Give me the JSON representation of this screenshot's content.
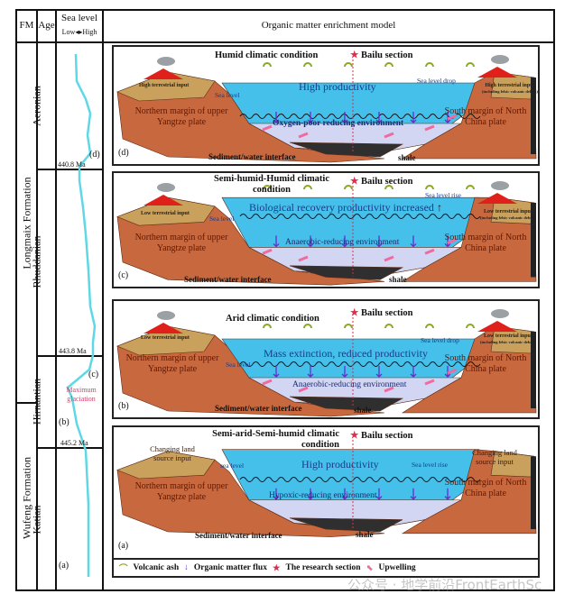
{
  "header": {
    "fm": "FM",
    "age": "Age",
    "sea_level": "Sea level",
    "low": "Low",
    "high": "High",
    "model": "Organic matter enrichment model"
  },
  "formations": [
    "Longmaix Formation",
    "Wufeng Formation"
  ],
  "ages": [
    "Aeronian",
    "Rhuddanian",
    "Hirnantian",
    "Katian"
  ],
  "sea_level_column": {
    "ma1": "440.8 Ma",
    "d": "(d)",
    "ma2": "443.8 Ma",
    "c": "(c)",
    "glaciation": "Maximum glaciation",
    "b": "(b)",
    "ma3": "445.2 Ma",
    "a": "(a)"
  },
  "panels": {
    "d": {
      "climate": "Humid climatic condition",
      "section": "Bailu section",
      "productivity": "High productivity",
      "sea_level_change": "Sea level drop",
      "sea_level": "Sea level",
      "environment": "Oxygen-poor reducing environment",
      "left_plate": "Northern margin of upper Yangtze plate",
      "right_plate": "South margin of North China plate",
      "left_input": "High terrestrial input",
      "right_input": "High terrestrial input",
      "right_input_note": "(including felsic volcanic debris)",
      "interface": "Sediment/water interface",
      "shale": "shale",
      "label": "(d)"
    },
    "c": {
      "climate": "Semi-humid-Humid climatic condition",
      "section": "Bailu section",
      "productivity": "Biological recovery productivity increased",
      "sea_level_change": "Sea level rise",
      "sea_level": "Sea level",
      "environment": "Anaerobic-reducing environment",
      "left_plate": "Northern margin of upper Yangtze plate",
      "right_plate": "South margin of North China plate",
      "left_input": "Low terrestrial input",
      "right_input": "Low terrestrial input",
      "right_input_note": "(including felsic volcanic debris)",
      "interface": "Sediment/water interface",
      "shale": "shale",
      "label": "(c)"
    },
    "b": {
      "climate": "Arid climatic condition",
      "section": "Bailu section",
      "productivity": "Mass extinction, reduced productivity",
      "sea_level_change": "Sea level drop",
      "sea_level": "Sea level",
      "environment": "Anaerobic-reducing environment",
      "left_plate": "Northern margin of upper Yangtze plate",
      "right_plate": "South margin of North China plate",
      "left_input": "Low terrestrial input",
      "right_input": "Low terrestrial input",
      "right_input_note": "(including felsic volcanic debris)",
      "interface": "Sediment/water interface",
      "shale": "shale",
      "label": "(b)"
    },
    "a": {
      "climate": "Semi-arid-Semi-humid climatic condition",
      "section": "Bailu section",
      "productivity": "High productivity",
      "sea_level_change": "Sea level rise",
      "sea_level": "sea level",
      "environment": "Hypoxic-reducing environment",
      "left_plate": "Northern margin of upper Yangtze plate",
      "right_plate": "South margin of North China plate",
      "left_input": "Changing land source input",
      "right_input": "Changing land source input",
      "interface": "Sediment/water interface",
      "shale": "shale",
      "label": "(a)"
    }
  },
  "legend": {
    "ash": "Volcanic ash",
    "flux": "Organic matter flux",
    "section": "The research section",
    "upwelling": "Upwelling"
  },
  "watermark": "公众号 · 地学前沿FrontEarthSc",
  "colors": {
    "land": "#c8683f",
    "plateau": "#c9a15c",
    "sea": "#45c0ea",
    "reducing": "#d3d6f2",
    "shale": "#2f2f2f",
    "curve": "#5fd8e6",
    "star": "#e0304a",
    "flux": "#6a2bd0",
    "upwelling": "#f06aa0",
    "ash": "#8aa820"
  }
}
